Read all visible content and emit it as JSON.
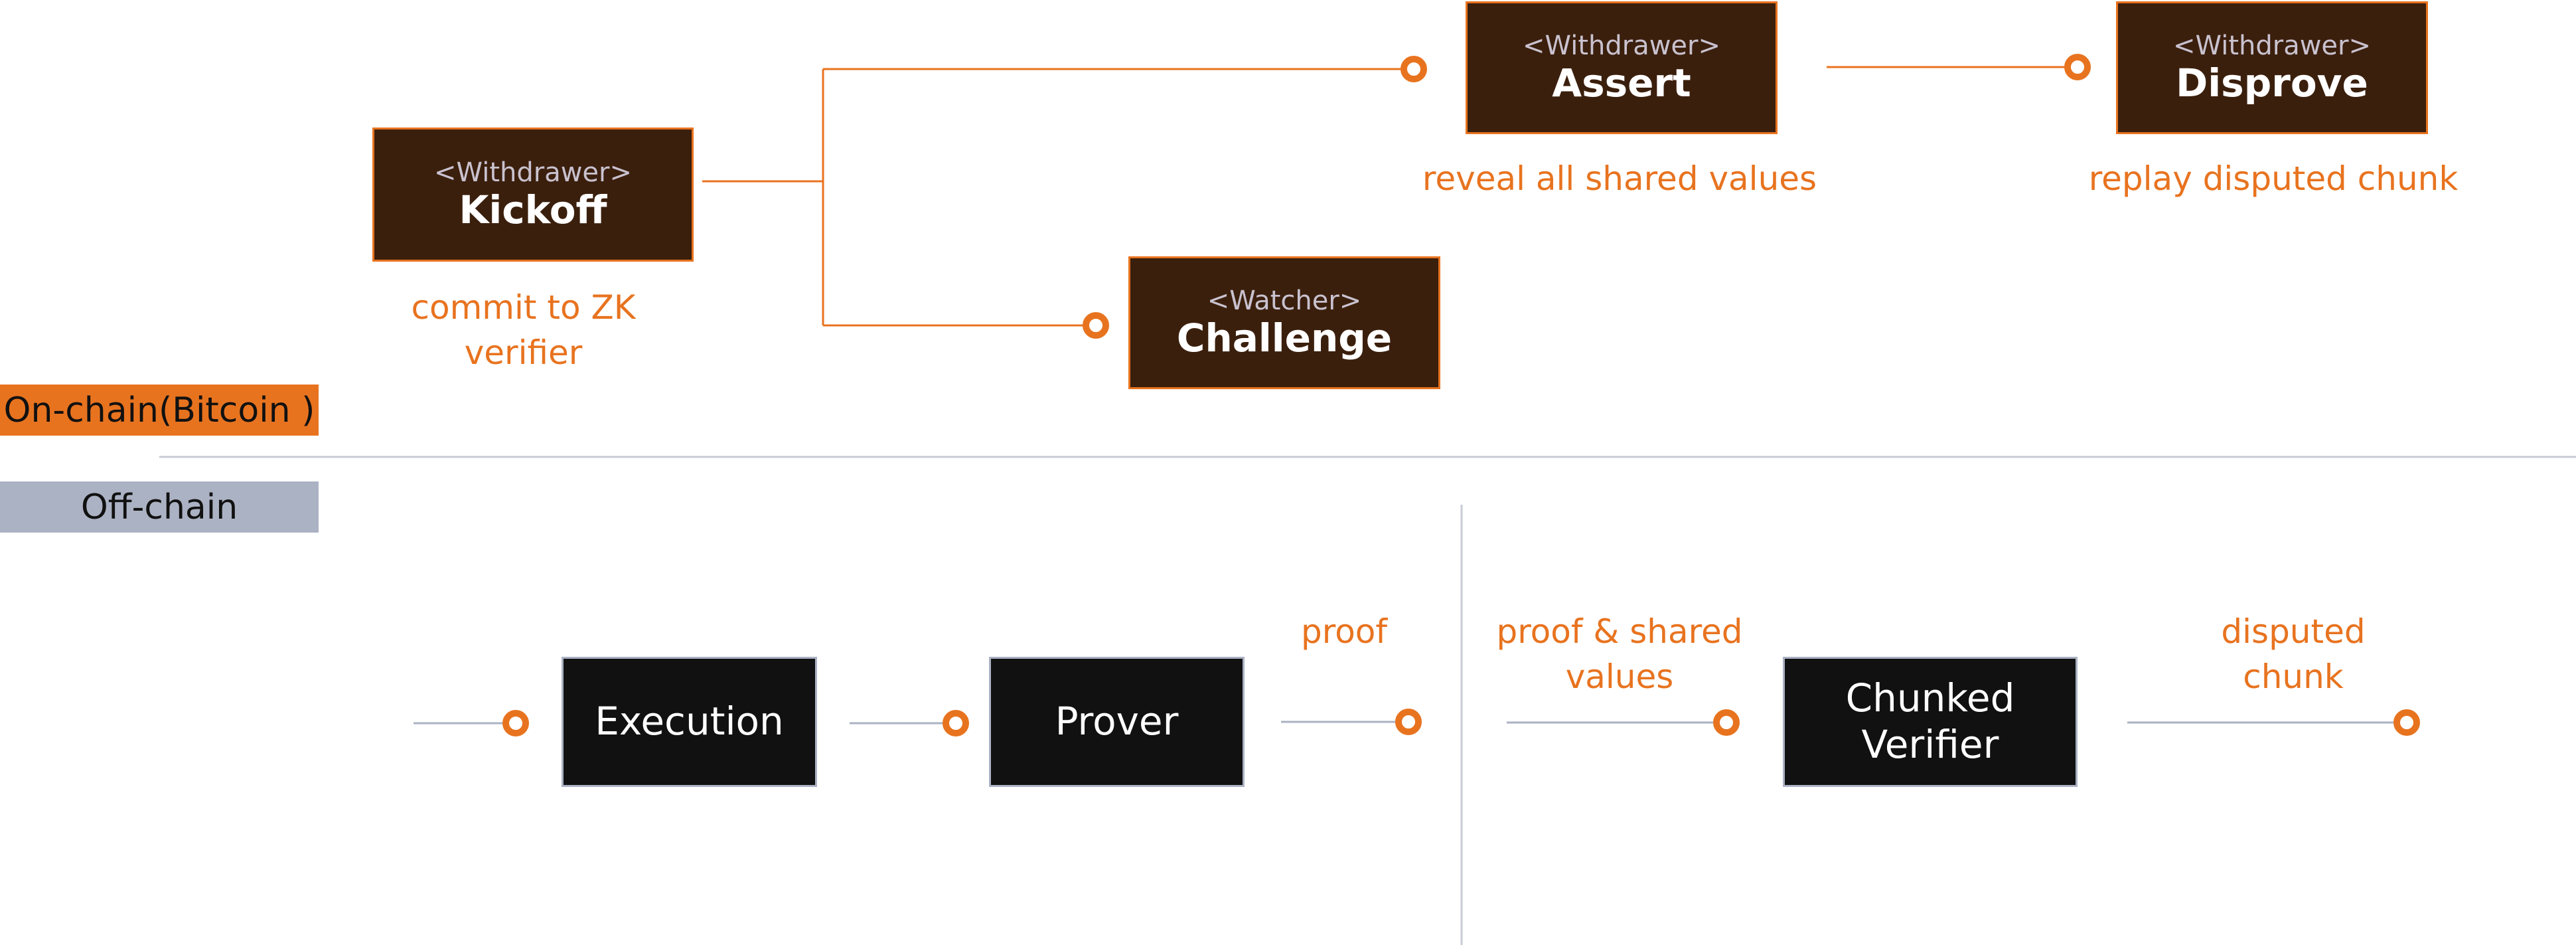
{
  "lanes": {
    "onchain_label": "On-chain(Bitcoin )",
    "offchain_label": "Off-chain"
  },
  "onchain": {
    "kickoff": {
      "role": "<Withdrawer>",
      "title": "Kickoff",
      "caption": "commit to ZK\nverifier"
    },
    "assert": {
      "role": "<Withdrawer>",
      "title": "Assert",
      "caption": "reveal all shared values"
    },
    "disprove": {
      "role": "<Withdrawer>",
      "title": "Disprove",
      "caption": "replay disputed chunk"
    },
    "challenge": {
      "role": "<Watcher>",
      "title": "Challenge"
    }
  },
  "offchain": {
    "execution": {
      "title": "Execution"
    },
    "prover": {
      "title": "Prover",
      "caption": "proof"
    },
    "chunked_verifier": {
      "title": "Chunked\nVerifier",
      "input_caption": "proof & shared\nvalues",
      "output_caption": "disputed\nchunk"
    }
  },
  "colors": {
    "accent": "#e8731f",
    "onchain_node_fill": "#3b1f0d",
    "offchain_node_fill": "#111111",
    "offchain_lane": "#abb2c3",
    "divider": "#c8cbd4"
  }
}
